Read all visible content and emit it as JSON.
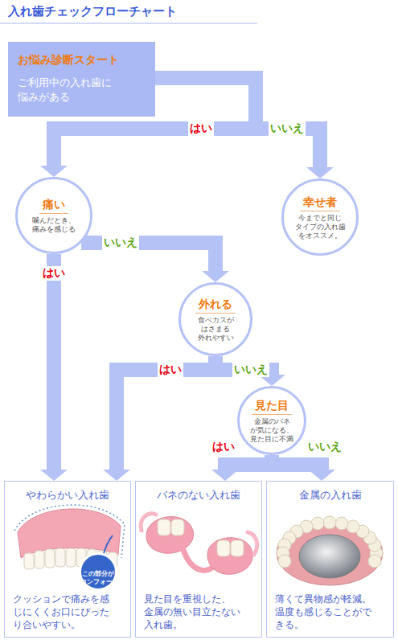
{
  "diagram": {
    "title": "入れ歯チェックフローチャート",
    "nodes": [
      {
        "text": [
          "お悩み診断スタート",
          "ご利用中の入れ歯に 悩みがある"
        ]
      },
      {
        "text": [
          "痛い",
          "噛んだとき、 痛みを感じる"
        ]
      },
      {
        "text": [
          "幸せ者",
          "今までと同じ タイプの入れ歯 をオススメ。"
        ]
      },
      {
        "text": [
          "外れる",
          "食べカスが はさまる 外れやすい"
        ]
      },
      {
        "text": [
          "見た目",
          "金属のバネ が気になる、 見た目に不満"
        ]
      },
      {
        "text": [
          "やわらかい入れ歯",
          "クッションで痛みを感 じにくくお口にぴった り合いやすい。"
        ]
      },
      {
        "text": [
          "この部分が コンフォート"
        ],
        "in": 5
      },
      {
        "text": [
          "バネのない入れ歯",
          "見た目を重視した、 金属の無い目立たない 入れ歯。"
        ]
      },
      {
        "text": [
          "金属の入れ歯",
          "薄くて異物感が軽減。 温度も感じることがで きる。"
        ]
      }
    ],
    "edges": [
      {
        "from": 0,
        "to": 1,
        "arrow": "to",
        "label": "はい"
      },
      {
        "from": 0,
        "to": 2,
        "arrow": "to",
        "label": "いいえ"
      },
      {
        "from": 1,
        "to": 5,
        "arrow": "to",
        "label": "はい"
      },
      {
        "from": 1,
        "to": 3,
        "arrow": "to",
        "label": "いいえ"
      },
      {
        "from": 3,
        "to": 5,
        "arrow": "to",
        "label": "はい"
      },
      {
        "from": 3,
        "to": 4,
        "arrow": "to",
        "label": "いいえ"
      },
      {
        "from": 4,
        "to": 7,
        "arrow": "to",
        "label": "はい"
      },
      {
        "from": 4,
        "to": 8,
        "arrow": "to",
        "label": "いいえ"
      }
    ]
  }
}
